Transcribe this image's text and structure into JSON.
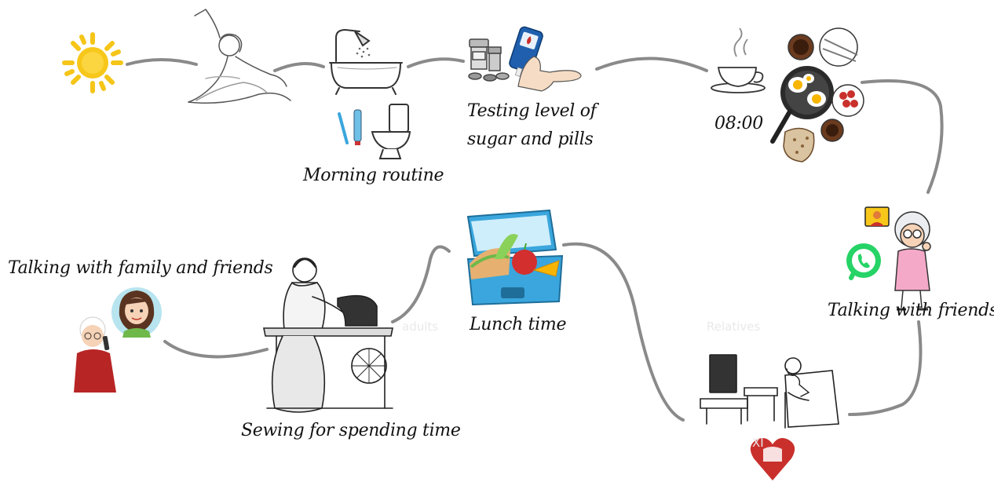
{
  "labels": {
    "morning_routine": "Morning routine",
    "testing": [
      "Testing level of",
      "sugar and pills"
    ],
    "breakfast_time": "08:00",
    "talking_friends": "Talking with friends",
    "lunch_time": "Lunch time",
    "sewing": "Sewing for spending time",
    "talking_family": "Talking with family and friends"
  },
  "background_text": {
    "adults": "adults",
    "relatives": "Relatives",
    "xi": "XI"
  },
  "colors": {
    "path_line": "#8a8a8a",
    "sun": "#f5c518",
    "lunchbox_blue": "#3aa6dd",
    "whatsapp_green": "#25d366",
    "heart_red": "#c9302c"
  }
}
